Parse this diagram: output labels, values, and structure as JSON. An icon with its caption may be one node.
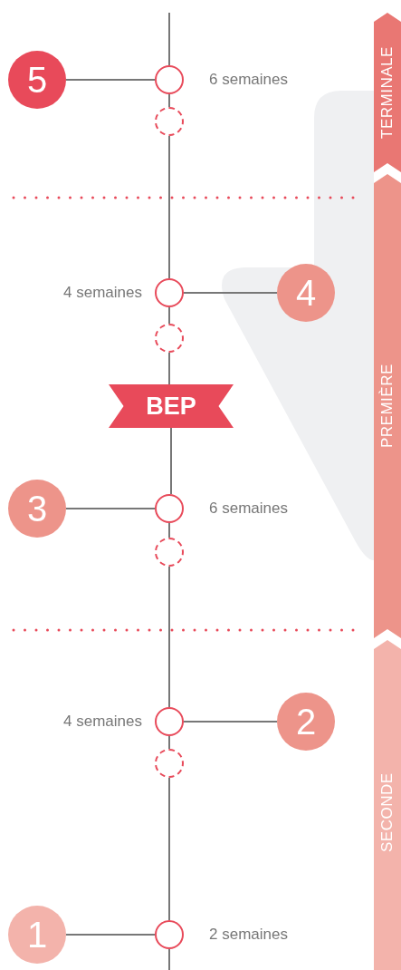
{
  "diagram": {
    "nodes": [
      {
        "text": [
          "5"
        ]
      },
      {
        "text": [],
        "shape": "circle",
        "beside": [
          "6 semaines"
        ]
      },
      {
        "text": [],
        "shape": "circle"
      },
      {
        "text": [],
        "shape": "circle",
        "beside": [
          "4 semaines"
        ]
      },
      {
        "text": [
          "4"
        ]
      },
      {
        "text": [],
        "shape": "circle"
      },
      {
        "text": [
          "BEP"
        ]
      },
      {
        "text": [
          "3"
        ]
      },
      {
        "text": [],
        "shape": "circle",
        "beside": [
          "6 semaines"
        ]
      },
      {
        "text": [],
        "shape": "circle"
      },
      {
        "text": [],
        "shape": "circle",
        "beside": [
          "4 semaines"
        ]
      },
      {
        "text": [
          "2"
        ]
      },
      {
        "text": [],
        "shape": "circle"
      },
      {
        "text": [
          "1"
        ]
      },
      {
        "text": [],
        "shape": "circle",
        "beside": [
          "2 semaines"
        ]
      },
      {
        "text": [
          "TERMINALE"
        ]
      },
      {
        "text": [
          "PREMIÈRE"
        ]
      },
      {
        "text": [
          "SECONDE"
        ]
      }
    ],
    "edges": [
      {
        "from": null,
        "to": 1,
        "arrow": "none"
      },
      {
        "from": 0,
        "to": 1,
        "arrow": "none"
      },
      {
        "from": 1,
        "to": 2,
        "arrow": "none"
      },
      {
        "from": 2,
        "to": 3,
        "arrow": "none"
      },
      {
        "from": 3,
        "to": 4,
        "arrow": "none"
      },
      {
        "from": 3,
        "to": 5,
        "arrow": "none"
      },
      {
        "from": 5,
        "to": 6,
        "arrow": "none"
      },
      {
        "from": 6,
        "to": 8,
        "arrow": "none"
      },
      {
        "from": 7,
        "to": 8,
        "arrow": "none"
      },
      {
        "from": 8,
        "to": 9,
        "arrow": "none"
      },
      {
        "from": 9,
        "to": 10,
        "arrow": "none"
      },
      {
        "from": 10,
        "to": 11,
        "arrow": "none"
      },
      {
        "from": 10,
        "to": 12,
        "arrow": "none"
      },
      {
        "from": 12,
        "to": 14,
        "arrow": "none"
      },
      {
        "from": 13,
        "to": 14,
        "arrow": "none"
      },
      {
        "from": 14,
        "to": null,
        "arrow": "none"
      }
    ]
  }
}
